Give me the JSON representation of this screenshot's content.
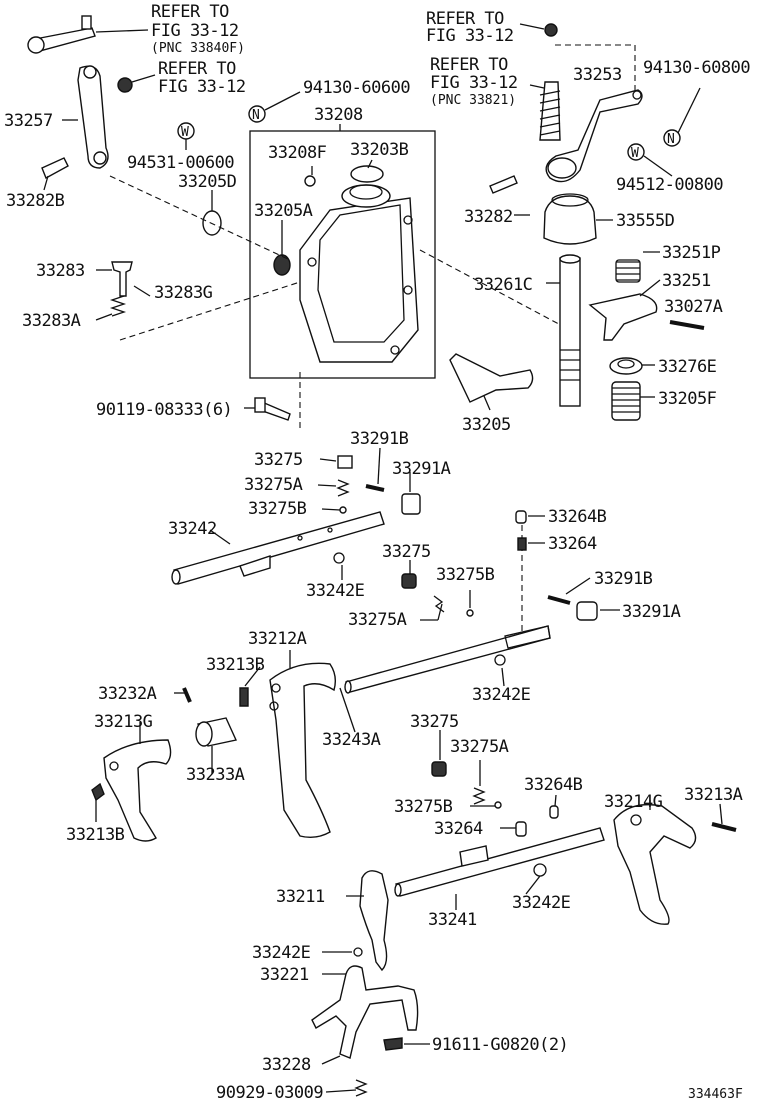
{
  "labels": {
    "refer1": "REFER TO",
    "refer1b": "FIG 33-12",
    "refer1c": "(PNC 33840F)",
    "refer2": "REFER TO",
    "refer2b": "FIG 33-12",
    "refer3": "REFER TO",
    "refer3b": "FIG 33-12",
    "refer4": "REFER TO",
    "refer4b": "FIG 33-12",
    "refer4c": "(PNC 33821)",
    "p94130_60600": "94130-60600",
    "p94130_60800": "94130-60800",
    "p33208": "33208",
    "p33257": "33257",
    "p94531_00600": "94531-00600",
    "p33208F": "33208F",
    "p33203B": "33203B",
    "p33253": "33253",
    "p33205D": "33205D",
    "p33282B": "33282B",
    "p33205A": "33205A",
    "p94512_00800": "94512-00800",
    "p33282": "33282",
    "p33555D": "33555D",
    "p33251P": "33251P",
    "p33283": "33283",
    "p33283G": "33283G",
    "p33261C": "33261C",
    "p33251": "33251",
    "p33027A": "33027A",
    "p33283A": "33283A",
    "p33276E": "33276E",
    "p33205F": "33205F",
    "p33205": "33205",
    "p90119": "90119-08333(6)",
    "p33291B_1": "33291B",
    "p33275_1": "33275",
    "p33291A_1": "33291A",
    "p33275A_1": "33275A",
    "p33275B_1": "33275B",
    "p33264B_1": "33264B",
    "p33242": "33242",
    "p33264_1": "33264",
    "p33275_2": "33275",
    "p33242E_1": "33242E",
    "p33275B_2": "33275B",
    "p33291B_2": "33291B",
    "p33275A_2": "33275A",
    "p33291A_2": "33291A",
    "p33212A": "33212A",
    "p33213B_1": "33213B",
    "p33232A": "33232A",
    "p33242E_2": "33242E",
    "p33213G": "33213G",
    "p33243A": "33243A",
    "p33275_3": "33275",
    "p33233A": "33233A",
    "p33275A_3": "33275A",
    "p33264B_2": "33264B",
    "p33214G": "33214G",
    "p33213A": "33213A",
    "p33275B_3": "33275B",
    "p33213B_2": "33213B",
    "p33264_2": "33264",
    "p33211": "33211",
    "p33242E_3": "33242E",
    "p33241": "33241",
    "p33242E_4": "33242E",
    "p33221": "33221",
    "p91611": "91611-G0820(2)",
    "p33228": "33228",
    "p90929": "90929-03009",
    "figure_id": "334463F"
  },
  "icons": {
    "n_mark": "N",
    "w_mark": "W"
  }
}
